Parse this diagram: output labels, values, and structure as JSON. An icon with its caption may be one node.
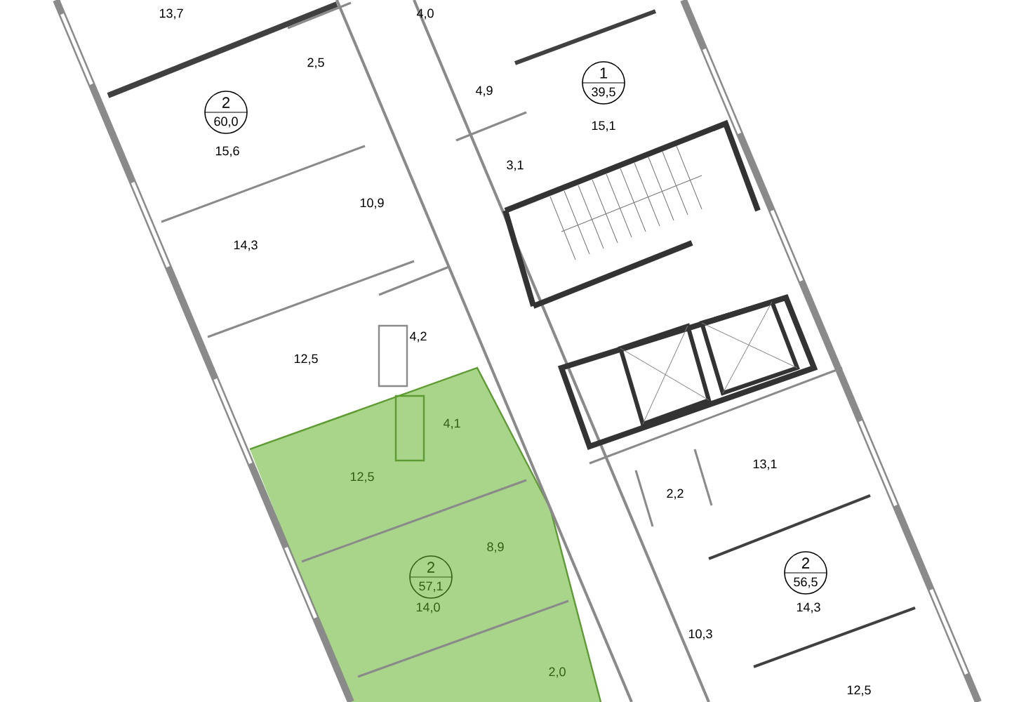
{
  "diagram": {
    "nodes": [
      {
        "text": [
          "2",
          "60,0"
        ]
      },
      {
        "text": [
          "1",
          "39,5"
        ]
      },
      {
        "text": [
          "2",
          "57,1"
        ]
      },
      {
        "text": [
          "2",
          "56,5"
        ]
      }
    ],
    "labels": [
      "13,7",
      "4,0",
      "2,5",
      "4,9",
      "15,1",
      "15,6",
      "3,1",
      "10,9",
      "14,3",
      "4,2",
      "12,5",
      "4,1",
      "12,5",
      "13,1",
      "2,2",
      "8,9",
      "14,0",
      "10,3",
      "14,3",
      "2,0",
      "12,5"
    ]
  }
}
